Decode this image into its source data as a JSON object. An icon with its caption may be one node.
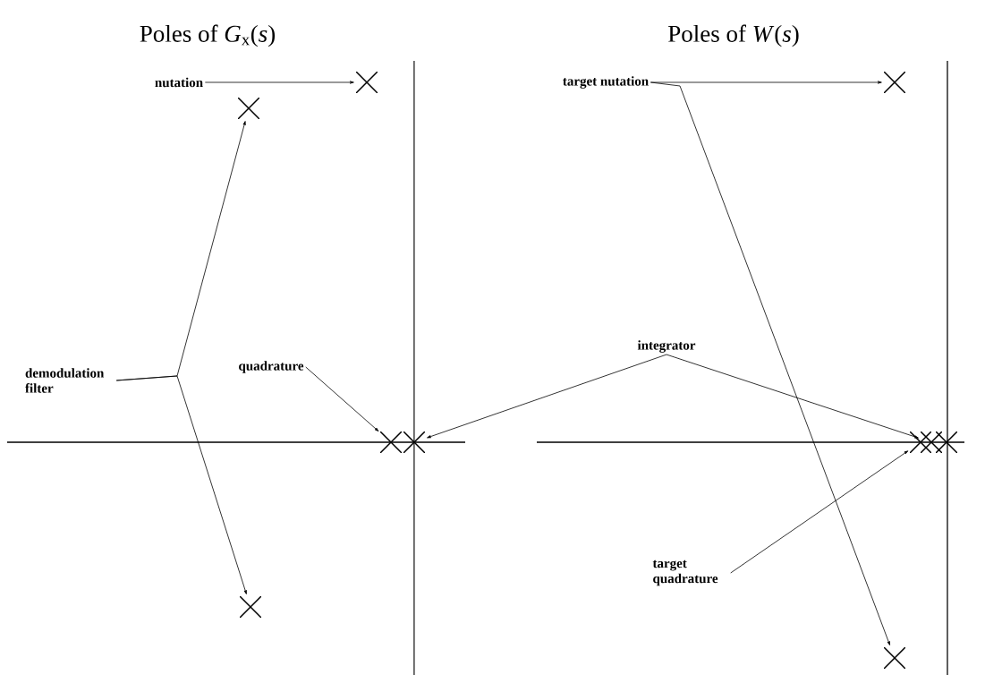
{
  "diagram": {
    "nodes": [
      {
        "text": [
          "nutation"
        ]
      },
      {
        "text": [],
        "shape": "cross"
      },
      {
        "text": [],
        "shape": "cross"
      },
      {
        "text": [
          "demodulation filter"
        ]
      },
      {
        "text": [
          "quadrature"
        ]
      },
      {
        "text": [],
        "shape": "cross"
      },
      {
        "text": [],
        "shape": "cross"
      },
      {
        "text": [],
        "shape": "cross"
      },
      {
        "text": [
          "target nutation"
        ]
      },
      {
        "text": [],
        "shape": "cross"
      },
      {
        "text": [
          "integrator"
        ]
      },
      {
        "text": [],
        "shape": "cross"
      },
      {
        "text": [],
        "shape": "cross"
      },
      {
        "text": [],
        "shape": "cross"
      },
      {
        "text": [
          "target quadrature"
        ]
      },
      {
        "text": [],
        "shape": "cross"
      }
    ],
    "edges": [
      {
        "from": 0,
        "to": 1,
        "arrow": "to"
      },
      {
        "from": 3,
        "to": 2,
        "arrow": "to"
      },
      {
        "from": 3,
        "to": 7,
        "arrow": "to"
      },
      {
        "from": 4,
        "to": 5,
        "arrow": "to"
      },
      {
        "from": 10,
        "to": 6,
        "arrow": "to"
      },
      {
        "from": 10,
        "to": 12,
        "arrow": "to"
      },
      {
        "from": 8,
        "to": 9,
        "arrow": "to"
      },
      {
        "from": 8,
        "to": 15,
        "arrow": "to"
      },
      {
        "from": 14,
        "to": 11,
        "arrow": "to"
      }
    ],
    "labels": [
      "Poles of *G*$_{x}$(*s*)",
      "Poles of *W*(*s*)"
    ]
  }
}
